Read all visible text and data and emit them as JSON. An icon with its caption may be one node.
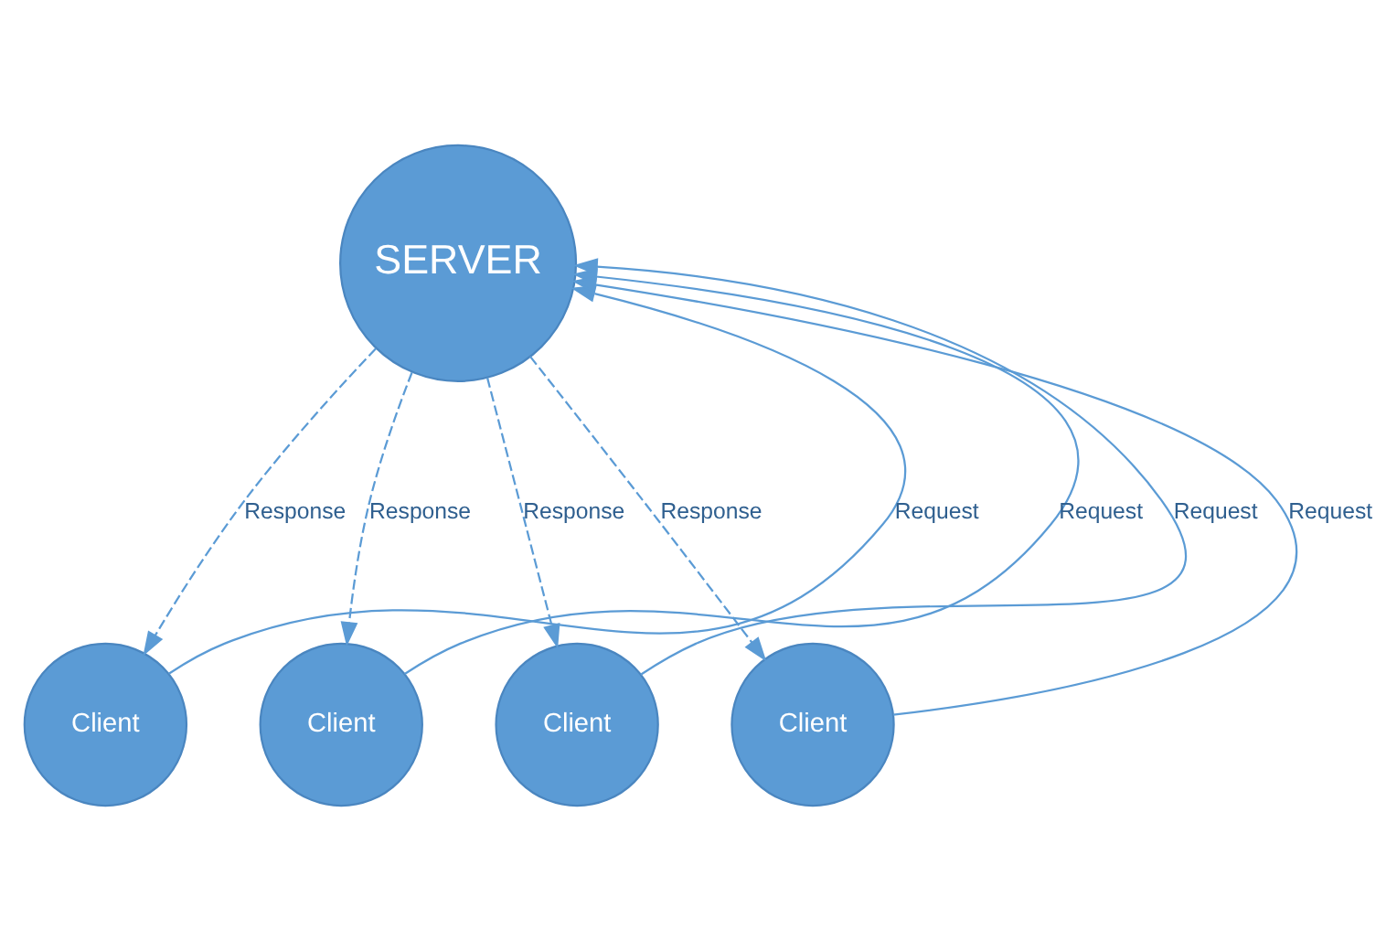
{
  "diagram": {
    "nodes": [
      {
        "text": [
          "SERVER"
        ]
      },
      {
        "text": [
          "Client"
        ]
      },
      {
        "text": [
          "Client"
        ]
      },
      {
        "text": [
          "Client"
        ]
      },
      {
        "text": [
          "Client"
        ]
      }
    ],
    "edges": [
      {
        "from": 1,
        "to": 0,
        "arrow": "to",
        "label": "Request"
      },
      {
        "from": 0,
        "to": 1,
        "arrow": "to",
        "label": "Response",
        "style": "dashed"
      },
      {
        "from": 2,
        "to": 0,
        "arrow": "to",
        "label": "Request"
      },
      {
        "from": 0,
        "to": 2,
        "arrow": "to",
        "label": "Response",
        "style": "dashed"
      },
      {
        "from": 3,
        "to": 0,
        "arrow": "to",
        "label": "Request"
      },
      {
        "from": 0,
        "to": 3,
        "arrow": "to",
        "label": "Response",
        "style": "dashed"
      },
      {
        "from": 4,
        "to": 0,
        "arrow": "to",
        "label": "Request"
      },
      {
        "from": 0,
        "to": 4,
        "arrow": "to",
        "label": "Response",
        "style": "dashed"
      }
    ]
  }
}
